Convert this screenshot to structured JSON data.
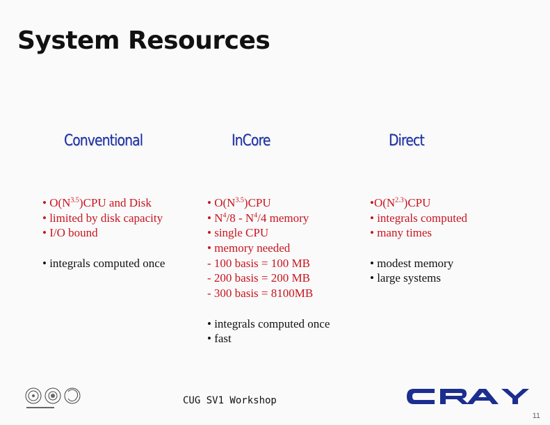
{
  "slide": {
    "title": "System Resources",
    "columns": [
      {
        "heading": "Conventional",
        "lines": [
          {
            "style": "red",
            "parts": [
              {
                "t": "• O(N"
              },
              {
                "t": "3.5",
                "sup": true
              },
              {
                "t": ")CPU and Disk"
              }
            ]
          },
          {
            "style": "red",
            "parts": [
              {
                "t": "• limited by disk capacity"
              }
            ]
          },
          {
            "style": "red",
            "parts": [
              {
                "t": "• I/O bound"
              }
            ]
          },
          {
            "style": "blank",
            "parts": []
          },
          {
            "style": "blk",
            "parts": [
              {
                "t": "• integrals computed once"
              }
            ]
          }
        ]
      },
      {
        "heading": "InCore",
        "lines": [
          {
            "style": "red",
            "parts": [
              {
                "t": "• O(N"
              },
              {
                "t": "3.5",
                "sup": true
              },
              {
                "t": ")CPU"
              }
            ]
          },
          {
            "style": "red",
            "parts": [
              {
                "t": "• N"
              },
              {
                "t": "4",
                "sup": true
              },
              {
                "t": "/8 - N"
              },
              {
                "t": "4",
                "sup": true
              },
              {
                "t": "/4 memory"
              }
            ]
          },
          {
            "style": "red",
            "parts": [
              {
                "t": "• single CPU"
              }
            ]
          },
          {
            "style": "red",
            "parts": [
              {
                "t": "• memory needed"
              }
            ]
          },
          {
            "style": "red",
            "parts": [
              {
                "t": "- 100 basis = 100 MB"
              }
            ]
          },
          {
            "style": "red",
            "parts": [
              {
                "t": "- 200 basis = 200 MB"
              }
            ]
          },
          {
            "style": "red",
            "parts": [
              {
                "t": "- 300 basis = 8100MB"
              }
            ]
          },
          {
            "style": "blank",
            "parts": []
          },
          {
            "style": "blk",
            "parts": [
              {
                "t": "• integrals computed once"
              }
            ]
          },
          {
            "style": "blk",
            "parts": [
              {
                "t": "• fast"
              }
            ]
          }
        ]
      },
      {
        "heading": "Direct",
        "lines": [
          {
            "style": "red",
            "parts": [
              {
                "t": "•O(N"
              },
              {
                "t": "2.3",
                "sup": true
              },
              {
                "t": ")CPU"
              }
            ]
          },
          {
            "style": "red",
            "parts": [
              {
                "t": "• integrals computed"
              }
            ]
          },
          {
            "style": "red",
            "parts": [
              {
                "t": "• many times"
              }
            ]
          },
          {
            "style": "blank",
            "parts": []
          },
          {
            "style": "blk",
            "parts": [
              {
                "t": "• modest memory"
              }
            ]
          },
          {
            "style": "blk",
            "parts": [
              {
                "t": "• large systems"
              }
            ]
          }
        ]
      }
    ],
    "footer": {
      "workshop": "CUG SV1 Workshop",
      "page_number": "11",
      "left_logo": "partner-seals-logo",
      "right_logo": "cray-logo"
    }
  },
  "colors": {
    "heading_blue": "#1a2d9e",
    "red_text": "#c8141e",
    "cray_blue": "#1c2e8f"
  }
}
